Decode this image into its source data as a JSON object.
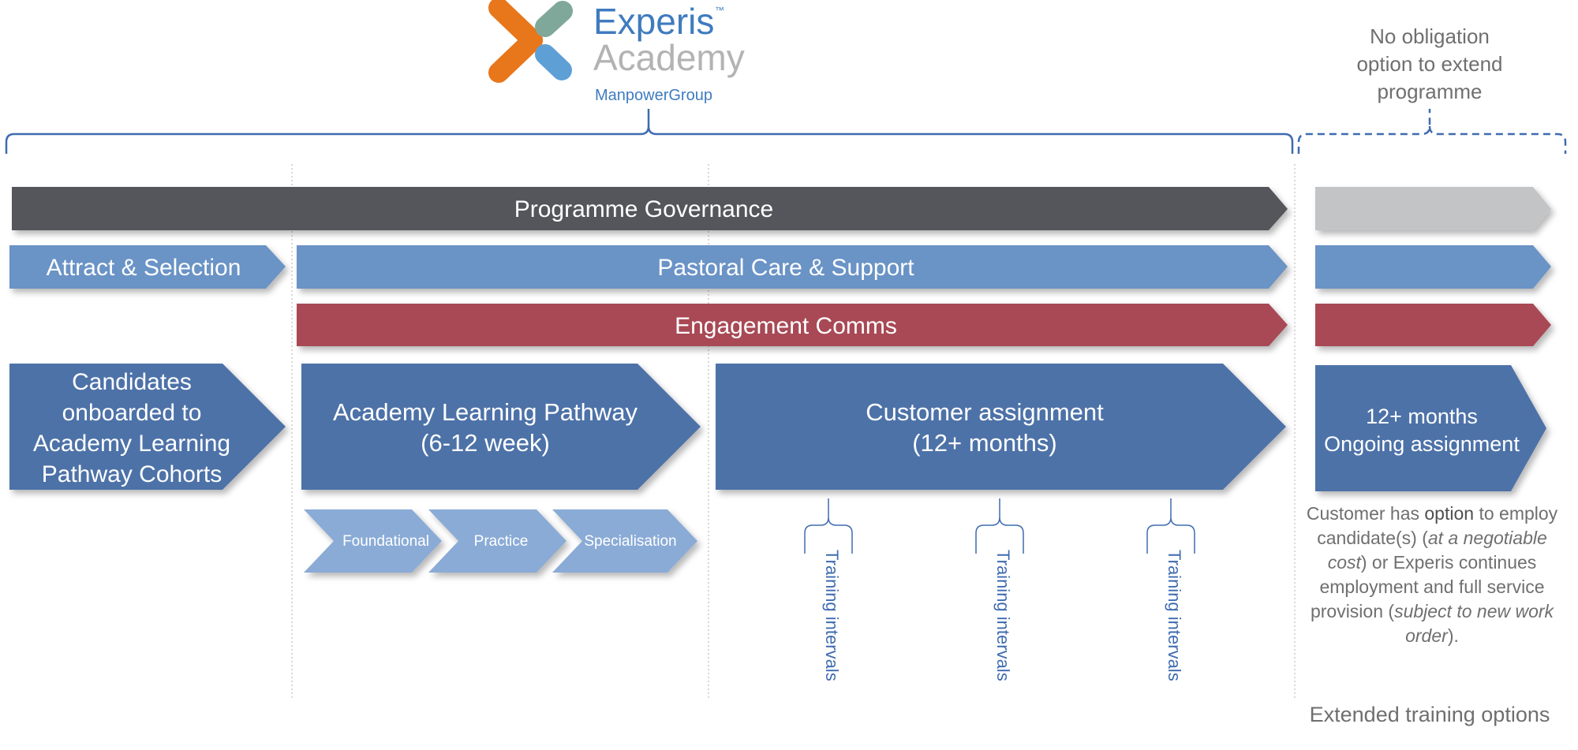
{
  "logo": {
    "wordmark_line1": "Experis",
    "trademark": "™",
    "wordmark_line2": "Academy",
    "owner": "ManpowerGroup"
  },
  "extend_header": {
    "line1": "No obligation",
    "line2": "option to extend",
    "line3": "programme"
  },
  "bands": {
    "governance": "Programme Governance",
    "attract": "Attract & Selection",
    "pastoral": "Pastoral Care & Support",
    "engagement": "Engagement Comms"
  },
  "stages": {
    "onboard": {
      "line1": "Candidates",
      "line2": "onboarded to",
      "line3": "Academy Learning",
      "line4": "Pathway Cohorts"
    },
    "pathway": {
      "line1": "Academy Learning Pathway",
      "line2": "(6-12 week)"
    },
    "assignment": {
      "line1": "Customer assignment",
      "line2": "(12+ months)"
    },
    "ongoing": {
      "line1": "12+ months",
      "line2": "Ongoing assignment"
    }
  },
  "sub_steps": [
    "Foundational",
    "Practice",
    "Specialisation"
  ],
  "training_intervals": [
    "Training intervals",
    "Training intervals",
    "Training intervals"
  ],
  "extension_note": {
    "p1": "Customer has ",
    "p2": "option",
    "p3": " to employ candidate(s) (",
    "p4": "at a negotiable cost",
    "p5": ") or Experis continues employment and full service provision (",
    "p6": "subject to new work order",
    "p7": ")."
  },
  "extended_training": "Extended training options",
  "colors": {
    "governance": "#54565b",
    "governance_ext": "#c3c4c6",
    "pastoral": "#6b93c6",
    "engagement": "#a84a55",
    "stage": "#4e72a8",
    "sub_step": "#8aabd6",
    "logo_orange": "#e8761b",
    "logo_green": "#7fa89a",
    "logo_blue": "#5e9fd6",
    "brand_blue": "#3f7bbf",
    "grey_text": "#6f6f6f"
  }
}
